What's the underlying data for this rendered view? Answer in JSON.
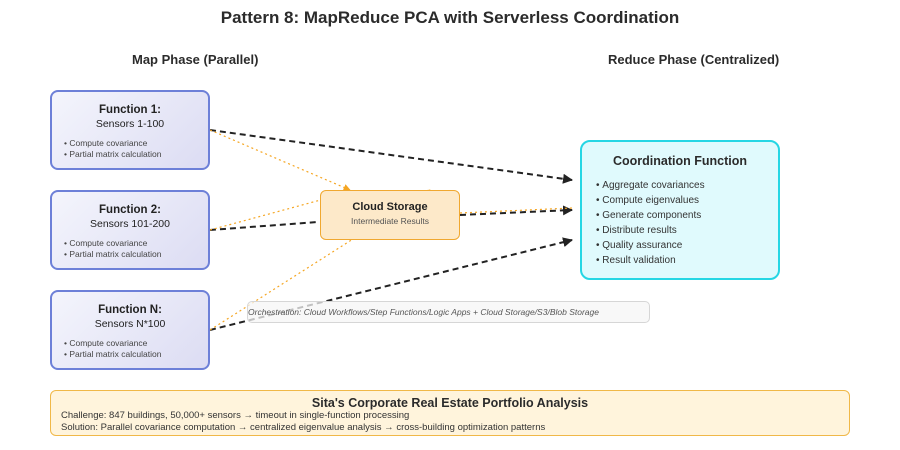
{
  "title": "Pattern 8: MapReduce PCA with Serverless Coordination",
  "phases": {
    "map": "Map Phase (Parallel)",
    "reduce": "Reduce Phase (Centralized)"
  },
  "functions": [
    {
      "name": "Function 1:",
      "sensors": "Sensors 1-100",
      "tasks": [
        "Compute covariance",
        "Partial matrix calculation"
      ]
    },
    {
      "name": "Function 2:",
      "sensors": "Sensors 101-200",
      "tasks": [
        "Compute covariance",
        "Partial matrix calculation"
      ]
    },
    {
      "name": "Function N:",
      "sensors": "Sensors N*100",
      "tasks": [
        "Compute covariance",
        "Partial matrix calculation"
      ]
    }
  ],
  "storage": {
    "name": "Cloud Storage",
    "subtitle": "Intermediate Results"
  },
  "coordination": {
    "name": "Coordination Function",
    "tasks": [
      "Aggregate covariances",
      "Compute eigenvalues",
      "Generate components",
      "Distribute results",
      "Quality assurance",
      "Result validation"
    ]
  },
  "orchestration": "Orchestration: Cloud Workflows/Step Functions/Logic Apps + Cloud Storage/S3/Blob Storage",
  "case_study": {
    "title": "Sita's Corporate Real Estate Portfolio Analysis",
    "challenge": "Challenge: 847 buildings, 50,000+ sensors → timeout in single-function processing",
    "solution": "Solution: Parallel covariance computation → centralized eigenvalue analysis → cross-building optimization patterns"
  },
  "colors": {
    "flow_dark": "#222222",
    "flow_orange": "#f5a623",
    "function_border": "#6d80d8",
    "coordination_border": "#26d6e4",
    "storage_border": "#f0a830"
  }
}
